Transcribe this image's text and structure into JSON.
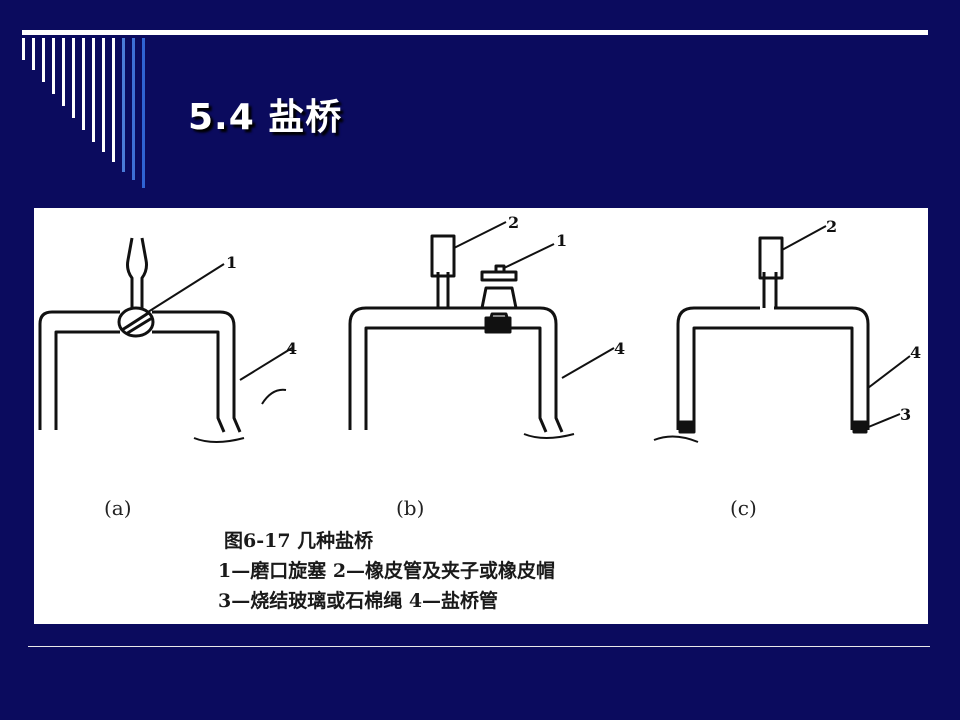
{
  "slide": {
    "title": "5.4 盐桥"
  },
  "figure": {
    "labels": {
      "a": "(a)",
      "b": "(b)",
      "c": "(c)"
    },
    "part_numbers": {
      "n1": "1",
      "n2": "2",
      "n3": "3",
      "n4": "4"
    },
    "caption": {
      "title": "图6-17  几种盐桥",
      "line1": "1—磨口旋塞  2—橡皮管及夹子或橡皮帽",
      "line2": "3—烧结玻璃或石棉绳  4—盐桥管"
    }
  }
}
